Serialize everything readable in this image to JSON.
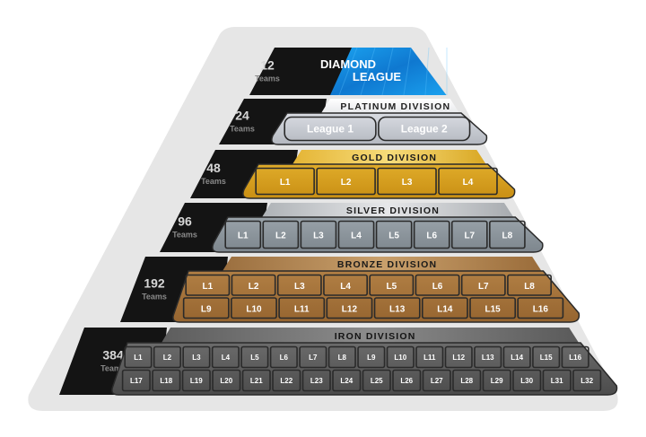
{
  "pyramid": {
    "tiers": [
      {
        "count": "12",
        "teams_label": "Teams",
        "division": "DIAMOND LEAGUE",
        "division_lines": [
          "DIAMOND",
          "LEAGUE"
        ],
        "leagues": [],
        "color": "#2a8fe0"
      },
      {
        "count": "24",
        "teams_label": "Teams",
        "division": "PLATINUM DIVISION",
        "leagues": [
          "League 1",
          "League 2"
        ],
        "color": "#c9ccd3"
      },
      {
        "count": "48",
        "teams_label": "Teams",
        "division": "GOLD DIVISION",
        "leagues": [
          "L1",
          "L2",
          "L3",
          "L4"
        ],
        "color": "#d9a521"
      },
      {
        "count": "96",
        "teams_label": "Teams",
        "division": "SILVER DIVISION",
        "leagues": [
          "L1",
          "L2",
          "L3",
          "L4",
          "L5",
          "L6",
          "L7",
          "L8"
        ],
        "color": "#8e979e"
      },
      {
        "count": "192",
        "teams_label": "Teams",
        "division": "BRONZE DIVISION",
        "leagues": [
          "L1",
          "L2",
          "L3",
          "L4",
          "L5",
          "L6",
          "L7",
          "L8",
          "L9",
          "L10",
          "L11",
          "L12",
          "L13",
          "L14",
          "L15",
          "L16"
        ],
        "color": "#a9773c"
      },
      {
        "count": "384",
        "teams_label": "Teams",
        "division": "IRON DIVISION",
        "leagues": [
          "L1",
          "L2",
          "L3",
          "L4",
          "L5",
          "L6",
          "L7",
          "L8",
          "L9",
          "L10",
          "L11",
          "L12",
          "L13",
          "L14",
          "L15",
          "L16",
          "L17",
          "L18",
          "L19",
          "L20",
          "L21",
          "L22",
          "L23",
          "L24",
          "L25",
          "L26",
          "L27",
          "L28",
          "L29",
          "L30",
          "L31",
          "L32"
        ],
        "color": "#5f5f5f"
      }
    ]
  }
}
